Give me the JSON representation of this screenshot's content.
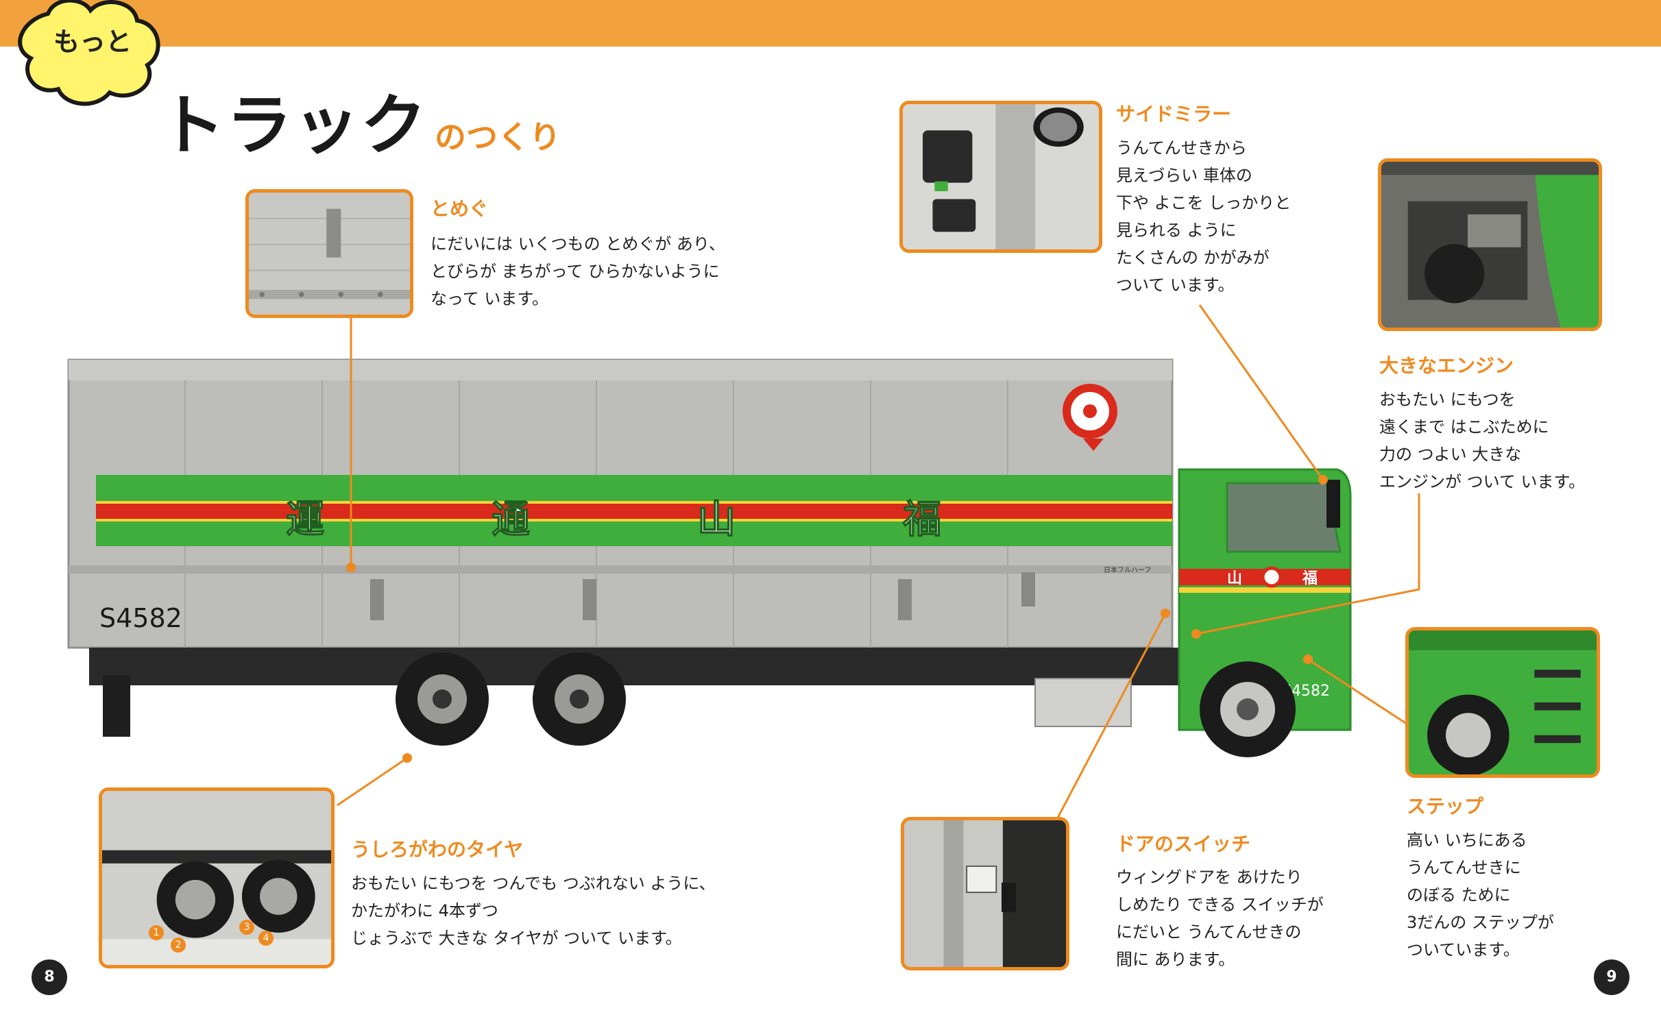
{
  "header": {
    "badge": "もっと",
    "title_main": "トラック",
    "title_sub": "のつくり"
  },
  "truck": {
    "chars": [
      "運",
      "通",
      "山",
      "福"
    ],
    "body_number": "S4582",
    "cab_number": "S4582",
    "cab_chars": [
      "山",
      "福"
    ],
    "small_label": "日本フルハーフ",
    "colors": {
      "green": "#3fae3c",
      "red": "#d92a1c",
      "yellow": "#f5d33a",
      "silver": "#b9b9b6",
      "accent": "#ee8a1f"
    }
  },
  "sections": {
    "tomegu": {
      "heading": "とめぐ",
      "lines": [
        "にだいには いくつもの とめぐが あり、",
        "とびらが まちがって ひらかないように",
        "なって います。"
      ]
    },
    "sidemirror": {
      "heading": "サイドミラー",
      "lines": [
        "うんてんせきから",
        "見えづらい 車体の",
        "下や よこを しっかりと",
        "見られる ように",
        "たくさんの かがみが",
        "ついて います。"
      ]
    },
    "engine": {
      "heading": "大きなエンジン",
      "lines": [
        "おもたい にもつを",
        "遠くまで はこぶために",
        "力の つよい 大きな",
        "エンジンが ついて います。"
      ]
    },
    "tires": {
      "heading": "うしろがわのタイヤ",
      "lines": [
        "おもたい にもつを つんでも つぶれない ように、",
        "かたがわに 4本ずつ",
        "じょうぶで 大きな タイヤが ついて います。"
      ],
      "tire_numbers": [
        "1",
        "2",
        "3",
        "4"
      ]
    },
    "doorswitch": {
      "heading": "ドアのスイッチ",
      "lines": [
        "ウィングドアを あけたり",
        "しめたり できる スイッチが",
        "にだいと うんてんせきの",
        "間に あります。"
      ]
    },
    "step": {
      "heading": "ステップ",
      "lines": [
        "高い いちにある",
        "うんてんせきに",
        "のぼる ために",
        "3だんの ステップが",
        "ついています。"
      ]
    }
  },
  "page_numbers": {
    "left": "8",
    "right": "9"
  }
}
